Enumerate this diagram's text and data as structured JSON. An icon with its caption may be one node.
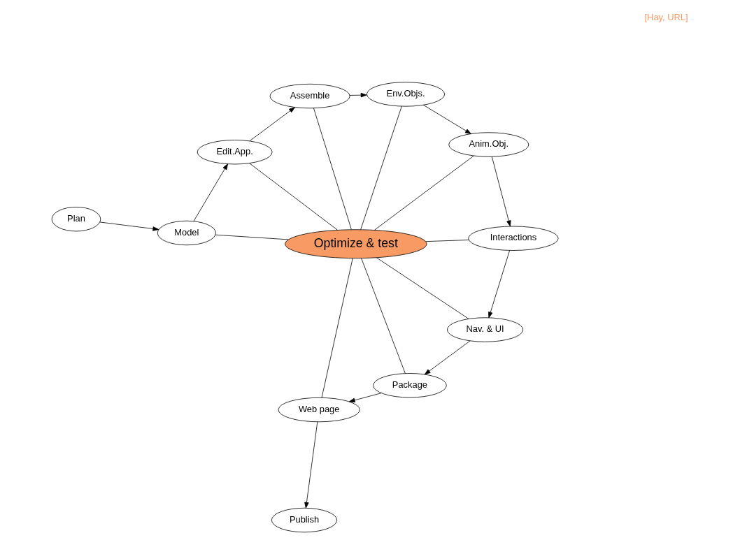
{
  "diagram": {
    "nodes": [
      {
        "text": [
          "Plan"
        ]
      },
      {
        "text": [
          "Model"
        ]
      },
      {
        "text": [
          "Edit.App."
        ]
      },
      {
        "text": [
          "Assemble"
        ]
      },
      {
        "text": [
          "Env.Objs."
        ]
      },
      {
        "text": [
          "Anim.Obj."
        ]
      },
      {
        "text": [
          "Interactions"
        ]
      },
      {
        "text": [
          "Nav. & UI"
        ]
      },
      {
        "text": [
          "Package"
        ]
      },
      {
        "text": [
          "Web page"
        ]
      },
      {
        "text": [
          "Publish"
        ]
      },
      {
        "text": [
          "Optimize & test"
        ]
      }
    ],
    "edges": [
      {
        "from": 0,
        "to": 1,
        "arrow": "to"
      },
      {
        "from": 1,
        "to": 2,
        "arrow": "to"
      },
      {
        "from": 2,
        "to": 3,
        "arrow": "to"
      },
      {
        "from": 3,
        "to": 4,
        "arrow": "to"
      },
      {
        "from": 4,
        "to": 5,
        "arrow": "to"
      },
      {
        "from": 5,
        "to": 6,
        "arrow": "to"
      },
      {
        "from": 6,
        "to": 7,
        "arrow": "to"
      },
      {
        "from": 7,
        "to": 8,
        "arrow": "to"
      },
      {
        "from": 8,
        "to": 9,
        "arrow": "to"
      },
      {
        "from": 9,
        "to": 10,
        "arrow": "to"
      },
      {
        "from": 11,
        "to": 1,
        "arrow": "none"
      },
      {
        "from": 11,
        "to": 9,
        "arrow": "none"
      },
      {
        "from": 11,
        "to": 2,
        "arrow": "none"
      },
      {
        "from": 11,
        "to": 8,
        "arrow": "none"
      },
      {
        "from": 11,
        "to": 3,
        "arrow": "none"
      },
      {
        "from": 11,
        "to": 7,
        "arrow": "none"
      },
      {
        "from": 11,
        "to": 4,
        "arrow": "none"
      },
      {
        "from": 11,
        "to": 5,
        "arrow": "none"
      },
      {
        "from": 11,
        "to": 6,
        "arrow": "none"
      }
    ],
    "labels": [
      "[Hay, URL]"
    ]
  }
}
